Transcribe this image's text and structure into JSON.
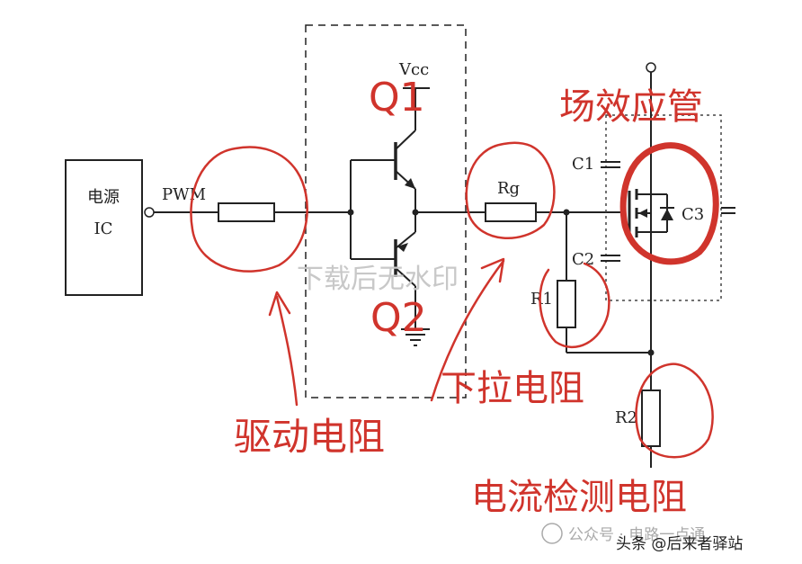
{
  "components": {
    "power_ic": "电源\nIC",
    "pwm": "PWM",
    "vcc": "Vcc",
    "rg": "Rg",
    "c1": "C1",
    "c2": "C2",
    "c3": "C3",
    "r1": "R1",
    "r2": "R2"
  },
  "annotations": {
    "q1": "Q1",
    "q2": "Q2",
    "mosfet": "场效应管",
    "drive_resistor": "驱动电阻",
    "pulldown_resistor": "下拉电阻",
    "current_sense_resistor": "电流检测电阻"
  },
  "watermark": "下载后无水印",
  "footer": {
    "wechat_text": "公众号 · 电路一点通",
    "toutiao_text": "头条 @后来者驿站"
  },
  "colors": {
    "annotation_red": "#d0342c",
    "circuit_ink": "#222222"
  }
}
